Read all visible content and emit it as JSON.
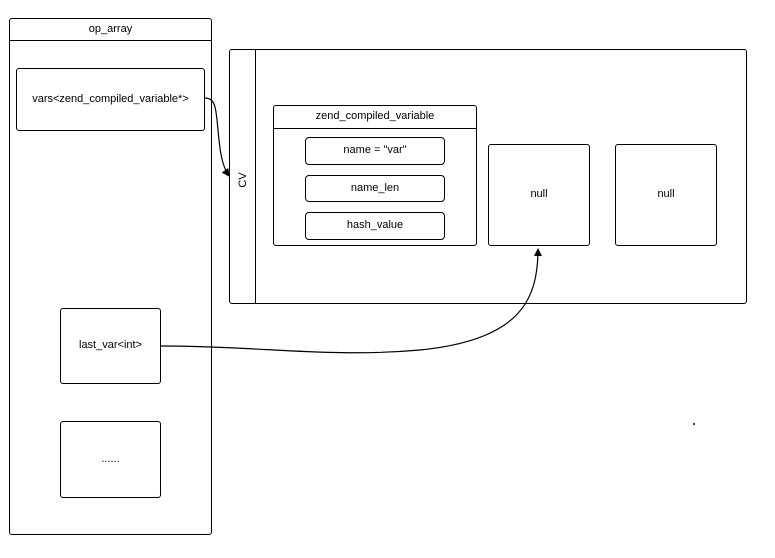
{
  "op_array": {
    "title": "op_array",
    "vars_label": "vars<zend_compiled_variable*>",
    "last_var_label": "last_var<int>",
    "ellipsis_label": "......"
  },
  "cv": {
    "label": "CV",
    "compiled_variable": {
      "title": "zend_compiled_variable",
      "fields": [
        "name = \"var\"",
        "name_len",
        "hash_value"
      ]
    },
    "null_slots": [
      "null",
      "null"
    ]
  },
  "connectors": [
    {
      "from": "op_array.vars",
      "to": "cv",
      "style": "curve-arrow"
    },
    {
      "from": "op_array.last_var",
      "to": "cv.null_slots.0",
      "style": "curve-arrow"
    }
  ],
  "colors": {
    "stroke": "#000000",
    "background": "#ffffff"
  }
}
